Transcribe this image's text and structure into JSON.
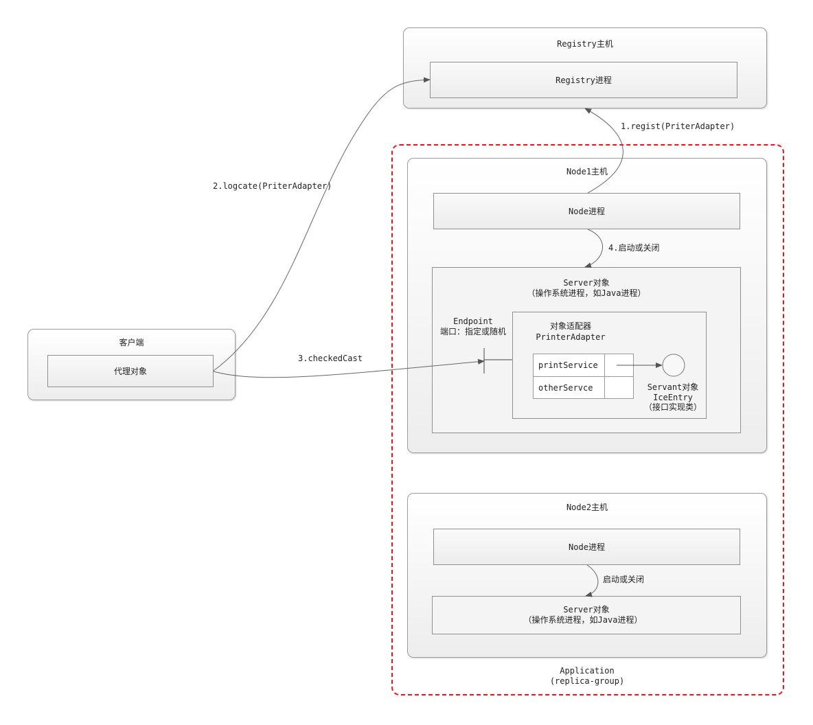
{
  "registry": {
    "host": "Registry主机",
    "process": "Registry进程"
  },
  "node1": {
    "host": "Node1主机",
    "process": "Node进程",
    "server_line1": "Server对象",
    "server_line2": "（操作系统进程，如Java进程）",
    "endpoint_line1": "Endpoint",
    "endpoint_line2": "端口：指定或随机",
    "adapter_line1": "对象适配器",
    "adapter_line2": "PrinterAdapter",
    "services": [
      "printService",
      "otherServce"
    ],
    "servant_line1": "Servant对象",
    "servant_line2": "IceEntry",
    "servant_line3": "（接口实现类）"
  },
  "node2": {
    "host": "Node2主机",
    "process": "Node进程",
    "server_line1": "Server对象",
    "server_line2": "（操作系统进程，如Java进程）"
  },
  "client": {
    "host": "客户端",
    "proxy": "代理对象"
  },
  "application": {
    "line1": "Application",
    "line2": "(replica-group)"
  },
  "edges": {
    "regist": "1.regist(PriterAdapter)",
    "logcate": "2.logcate(PriterAdapter)",
    "checked_cast": "3.checkedCast",
    "start_stop_1": "4.启动或关闭",
    "start_stop_2": "启动或关闭"
  },
  "colors": {
    "application_border": "#e8141b",
    "edge": "#555555"
  }
}
